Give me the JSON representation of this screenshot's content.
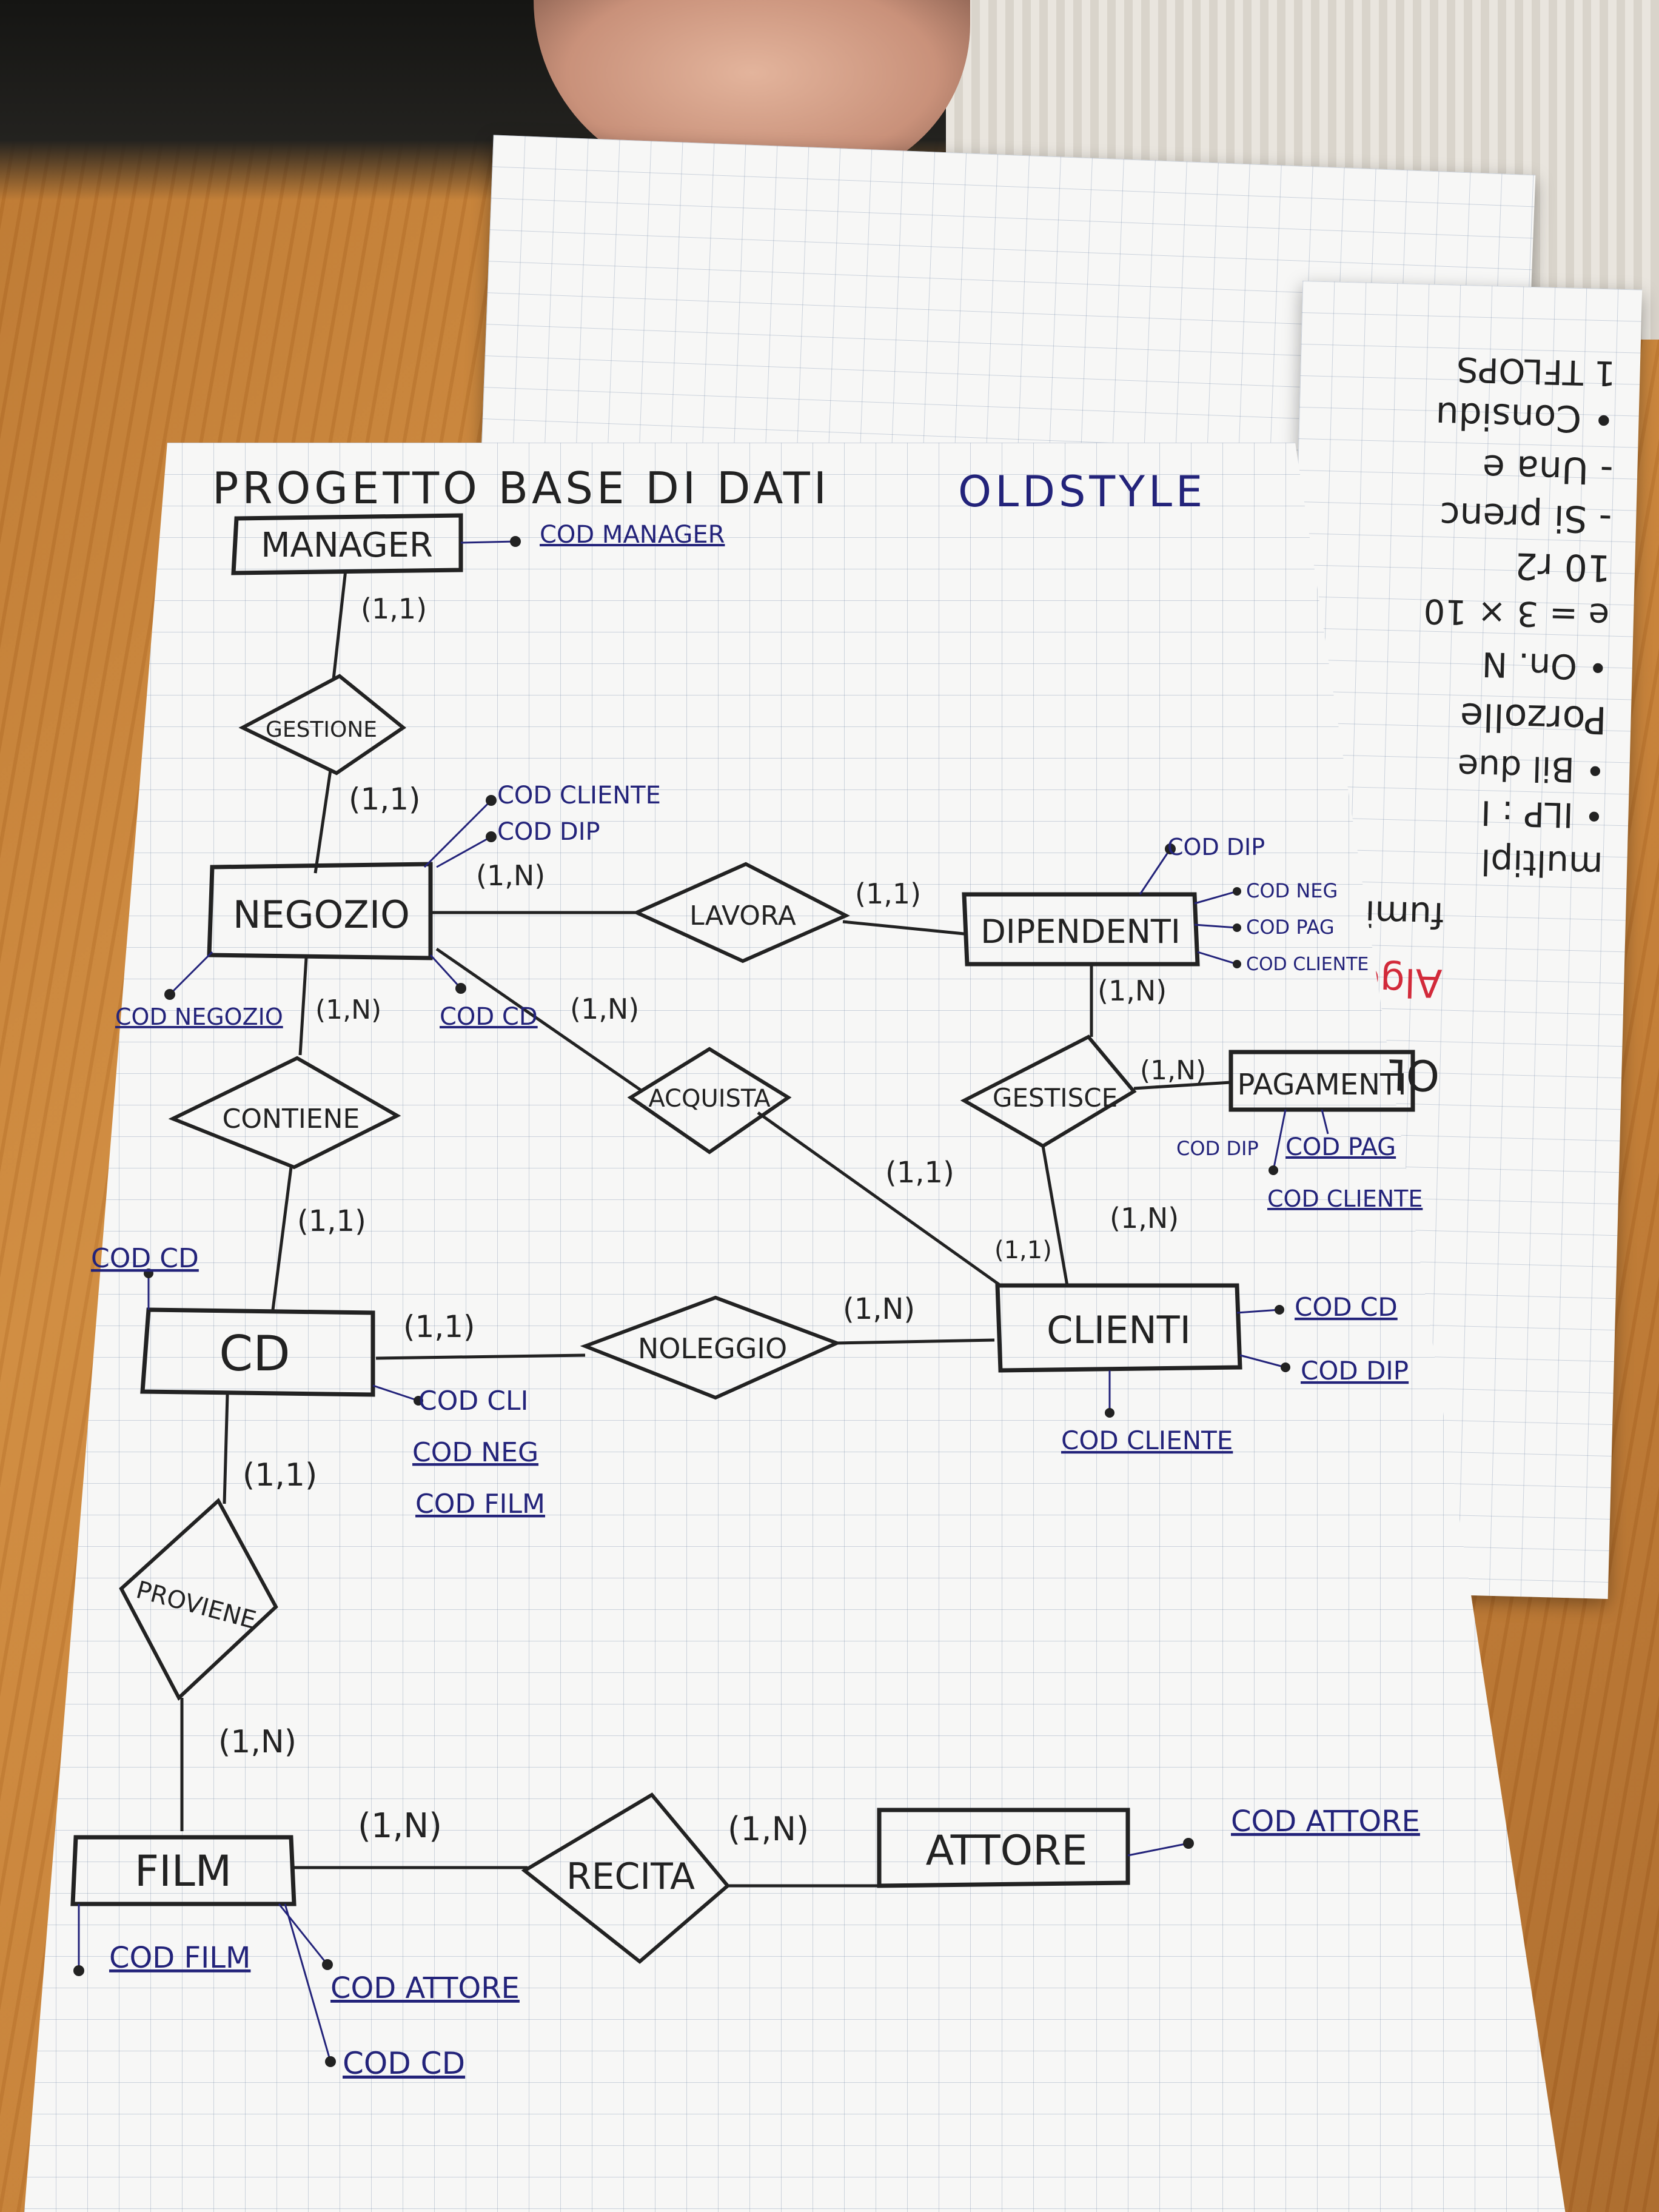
{
  "title": {
    "main": "PROGETTO BASE DI DATI",
    "name": "OLDSTYLE"
  },
  "entities": {
    "manager": "MANAGER",
    "negozio": "NEGOZIO",
    "dipendenti": "DIPENDENTI",
    "pagamenti": "PAGAMENTI",
    "cd": "CD",
    "clienti": "CLIENTI",
    "film": "FILM",
    "attore": "ATTORE"
  },
  "relationships": {
    "gestione": "GESTIONE",
    "lavora": "LAVORA",
    "contiene": "CONTIENE",
    "acquista": "ACQUISTA",
    "gestisce": "GESTISCE",
    "noleggio": "NOLEGGIO",
    "proviene": "PROVIENE",
    "recita": "RECITA"
  },
  "cardinalities": {
    "manager_gestione": "(1,1)",
    "negozio_gestione": "(1,1)",
    "negozio_top": "(1,N)",
    "lavora_dipendenti": "(1,1)",
    "negozio_contiene": "(1,N)",
    "negozio_acquista": "(1,N)",
    "dipendenti_gestisce": "(1,N)",
    "gestisce_pagamenti": "(1,N)",
    "acquista_clienti": "(1,1)",
    "clienti_acquista": "(1,1)",
    "gestisce_clienti": "(1,N)",
    "contiene_cd": "(1,1)",
    "cd_noleggio": "(1,1)",
    "noleggio_clienti": "(1,N)",
    "cd_proviene": "(1,1)",
    "proviene_film": "(1,N)",
    "film_recita": "(1,N)",
    "recita_attore": "(1,N)"
  },
  "attributes": {
    "manager": [
      "COD MANAGER"
    ],
    "negozio": [
      "COD CLIENTE",
      "COD DIP",
      "COD NEGOZIO",
      "COD CD"
    ],
    "dipendenti": [
      "COD DIP",
      "COD NEG",
      "COD PAG",
      "COD CLIENTE"
    ],
    "pagamenti": [
      "COD DIP",
      "COD PAG",
      "COD CLIENTE"
    ],
    "cd": [
      "COD CD",
      "COD CLI",
      "COD NEG",
      "COD FILM"
    ],
    "clienti": [
      "COD CD",
      "COD DIP",
      "COD CLIENTE"
    ],
    "film": [
      "COD FILM",
      "COD ATTORE",
      "COD CD"
    ],
    "attore": [
      "COD ATTORE"
    ]
  },
  "side_notes": [
    "multipl",
    "• ILP : I",
    "• Bil due",
    "Porzolle",
    "• On. N",
    "e = 3 × 10",
    "10 r2",
    "- Si prenc",
    "- Una e",
    "• Considu",
    "1 TFLOPS",
    "fumit",
    "Algorit",
    "OLD"
  ],
  "colors": {
    "ink": "#222222",
    "blue_ink": "#23237a",
    "red_ink": "#d22a3a",
    "paper": "#f7f7f6",
    "grid": "#a8b3c4",
    "desk": "#c9823a"
  }
}
